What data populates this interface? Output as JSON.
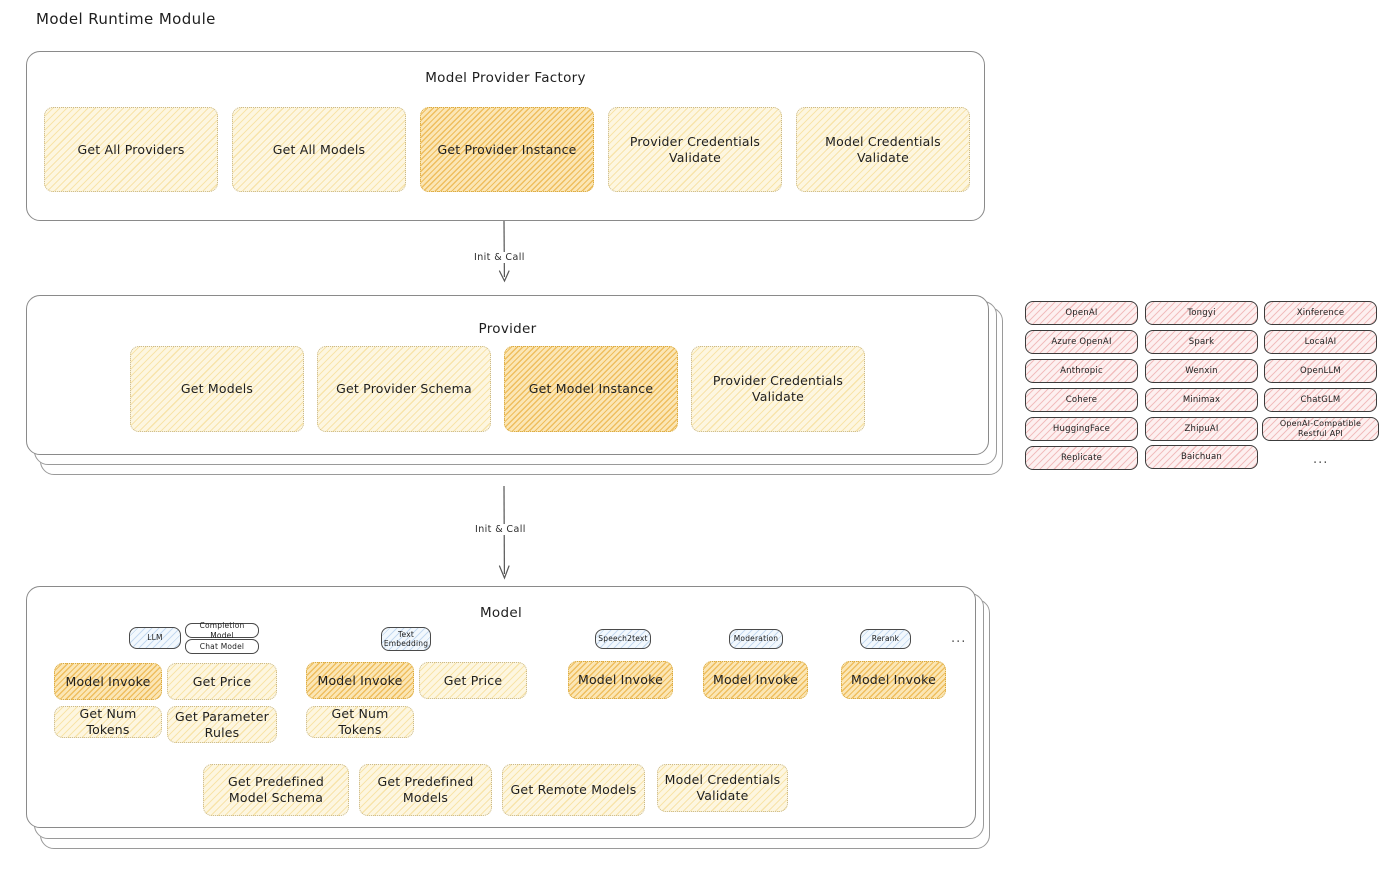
{
  "page": {
    "title": "Model Runtime Module"
  },
  "factory": {
    "title": "Model Provider Factory",
    "boxes": [
      {
        "label": "Get All Providers",
        "highlight": false
      },
      {
        "label": "Get All Models",
        "highlight": false
      },
      {
        "label": "Get Provider Instance",
        "highlight": true
      },
      {
        "label": "Provider Credentials Validate",
        "highlight": false
      },
      {
        "label": "Model Credentials Validate",
        "highlight": false
      }
    ]
  },
  "connector1": {
    "label": "Init & Call"
  },
  "provider": {
    "title": "Provider",
    "boxes": [
      {
        "label": "Get Models",
        "highlight": false
      },
      {
        "label": "Get Provider Schema",
        "highlight": false
      },
      {
        "label": "Get Model Instance",
        "highlight": true
      },
      {
        "label": "Provider Credentials Validate",
        "highlight": false
      }
    ]
  },
  "provider_list": {
    "columns": [
      [
        "OpenAI",
        "Azure OpenAI",
        "Anthropic",
        "Cohere",
        "HuggingFace",
        "Replicate"
      ],
      [
        "Tongyi",
        "Spark",
        "Wenxin",
        "Minimax",
        "ZhipuAI",
        "Baichuan"
      ],
      [
        "Xinference",
        "LocalAI",
        "OpenLLM",
        "ChatGLM",
        "OpenAI-Compatible Restful API"
      ]
    ],
    "more": "..."
  },
  "connector2": {
    "label": "Init & Call"
  },
  "model": {
    "title": "Model",
    "more": "...",
    "types": [
      {
        "badge": "LLM",
        "sub_badges": [
          "Completion Model",
          "Chat Model"
        ],
        "methods": [
          {
            "label": "Model Invoke",
            "highlight": true
          },
          {
            "label": "Get Price",
            "highlight": false
          },
          {
            "label": "Get Num Tokens",
            "highlight": false
          },
          {
            "label": "Get Parameter Rules",
            "highlight": false
          }
        ]
      },
      {
        "badge": "Text Embedding",
        "sub_badges": [],
        "methods": [
          {
            "label": "Model Invoke",
            "highlight": true
          },
          {
            "label": "Get Price",
            "highlight": false
          },
          {
            "label": "Get Num Tokens",
            "highlight": false
          }
        ]
      },
      {
        "badge": "Speech2text",
        "sub_badges": [],
        "methods": [
          {
            "label": "Model Invoke",
            "highlight": true
          }
        ]
      },
      {
        "badge": "Moderation",
        "sub_badges": [],
        "methods": [
          {
            "label": "Model Invoke",
            "highlight": true
          }
        ]
      },
      {
        "badge": "Rerank",
        "sub_badges": [],
        "methods": [
          {
            "label": "Model Invoke",
            "highlight": true
          }
        ]
      }
    ],
    "common_methods": [
      "Get Predefined Model Schema",
      "Get Predefined Models",
      "Get Remote Models",
      "Model Credentials Validate"
    ]
  },
  "colors": {
    "highlight_fill": "#fbe6b5",
    "normal_fill": "#fdf6e0",
    "provider_chip_fill": "#fdf0f0",
    "badge_fill": "#f2f8fd",
    "card_border": "#8a8a8a",
    "text": "#1e1e1e"
  }
}
